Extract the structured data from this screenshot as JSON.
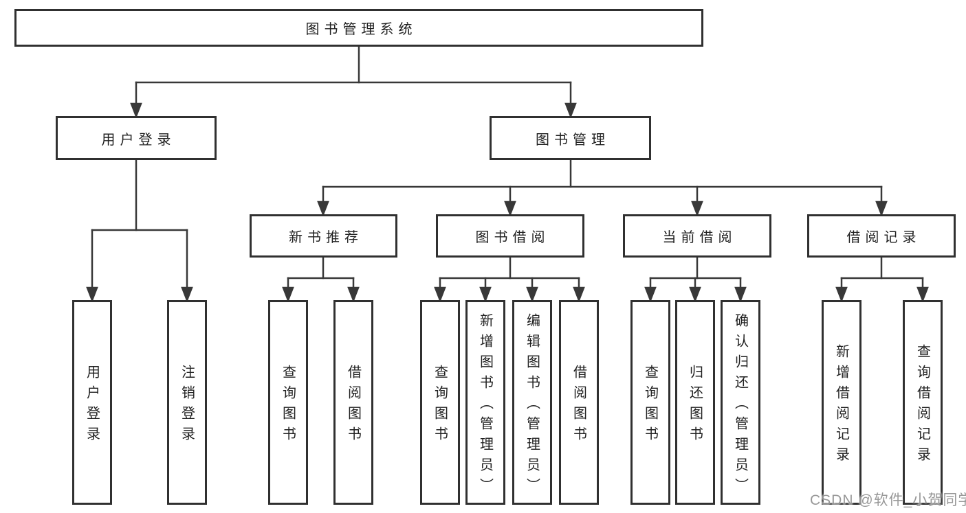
{
  "tree": {
    "root": {
      "label": "图书管理系统"
    },
    "user_login": {
      "label": "用户登录",
      "children": [
        {
          "label": "用户登录"
        },
        {
          "label": "注销登录"
        }
      ]
    },
    "book_mgmt": {
      "label": "图书管理",
      "sections": [
        {
          "label": "新书推荐",
          "children": [
            {
              "label": "查询图书"
            },
            {
              "label": "借阅图书"
            }
          ]
        },
        {
          "label": "图书借阅",
          "children": [
            {
              "label": "查询图书"
            },
            {
              "label": "新增图书（管理员）"
            },
            {
              "label": "编辑图书（管理员）"
            },
            {
              "label": "借阅图书"
            }
          ]
        },
        {
          "label": "当前借阅",
          "children": [
            {
              "label": "查询图书"
            },
            {
              "label": "归还图书"
            },
            {
              "label": "确认归还（管理员）"
            }
          ]
        },
        {
          "label": "借阅记录",
          "children": [
            {
              "label": "新增借阅记录"
            },
            {
              "label": "查询借阅记录"
            }
          ]
        }
      ]
    }
  },
  "watermark": "CSDN @软件_小贺同学",
  "colors": {
    "line": "#383838",
    "box_border": "#303030",
    "text": "#212121",
    "watermark": "#8a8a8a",
    "background": "#ffffff"
  }
}
